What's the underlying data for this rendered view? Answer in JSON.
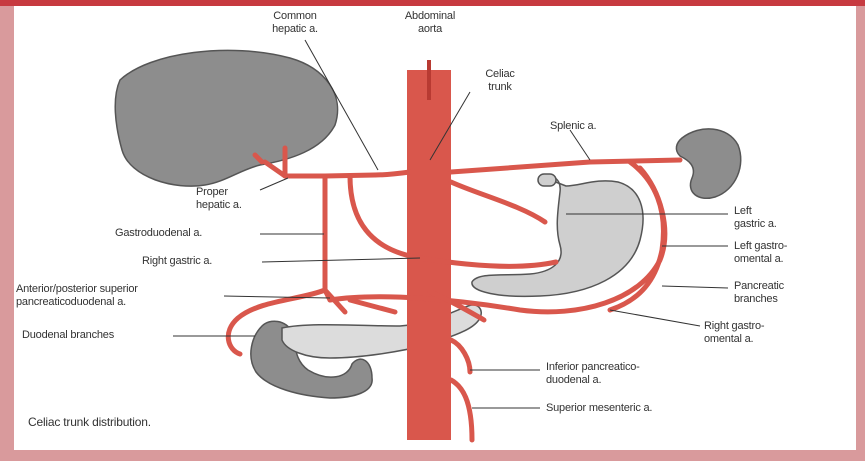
{
  "labels": {
    "common_hepatic": "Common\nhepatic a.",
    "abdominal_aorta": "Abdominal\naorta",
    "celiac_trunk": "Celiac\ntrunk",
    "splenic": "Splenic a.",
    "proper_hepatic": "Proper\nhepatic a.",
    "gastroduodenal": "Gastroduodenal a.",
    "right_gastric": "Right gastric a.",
    "ant_post_pancreaticoduodenal": "Anterior/posterior superior\npancreaticoduodenal a.",
    "duodenal_branches": "Duodenal branches",
    "left_gastric": "Left\ngastric a.",
    "left_gastroomental": "Left gastro-\nomental a.",
    "pancreatic_branches": "Pancreatic\nbranches",
    "right_gastroomental": "Right gastro-\nomental a.",
    "inferior_pancreaticoduodenal": "Inferior pancreatico-\nduodenal a.",
    "superior_mesenteric": "Superior mesenteric a."
  },
  "caption": "Celiac trunk distribution.",
  "colors": {
    "border": "#d99a9c",
    "border_top": "#c73a40",
    "artery": "#d9574c",
    "artery_dark": "#b83a32",
    "organ_liver": "#8d8d8d",
    "organ_stomach": "#cfcfcf",
    "organ_pancreas": "#dcdcdc",
    "organ_outline": "#555555"
  }
}
